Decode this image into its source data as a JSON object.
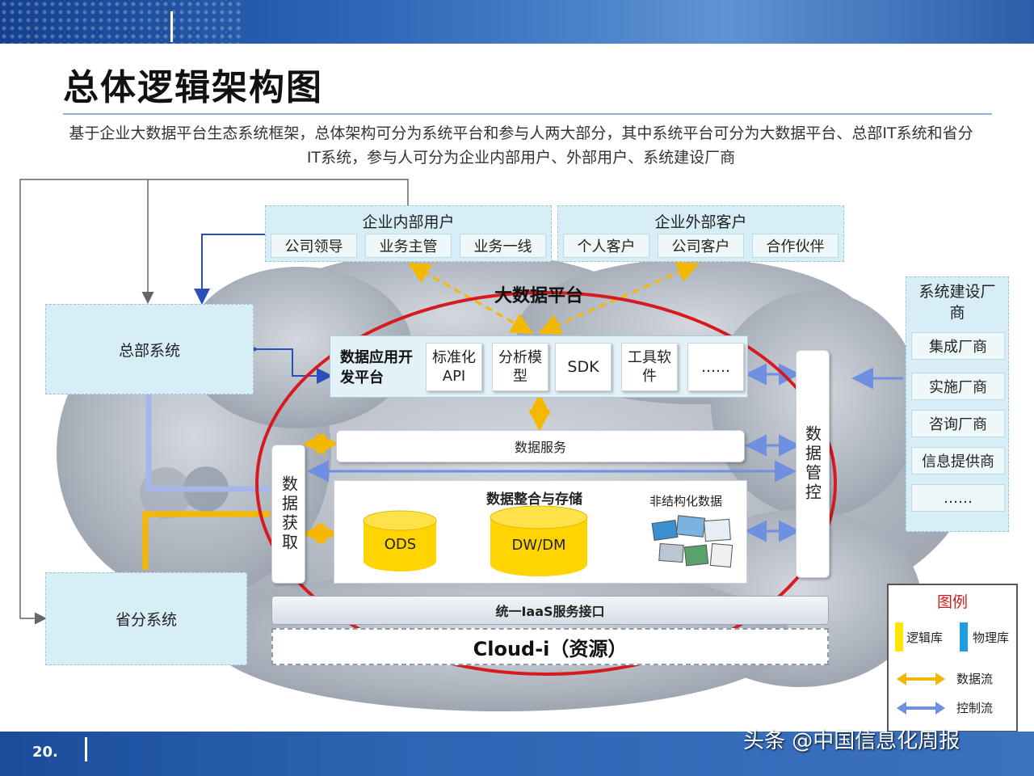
{
  "slide": {
    "title": "总体逻辑架构图",
    "description": "基于企业大数据平台生态系统框架，总体架构可分为系统平台和参与人两大部分，其中系统平台可分为大数据平台、总部IT系统和省分IT系统，参与人可分为企业内部用户、外部用户、系统建设厂商",
    "page_number": "20."
  },
  "internal_users": {
    "title": "企业内部用户",
    "items": [
      "公司领导",
      "业务主管",
      "业务一线"
    ]
  },
  "external_users": {
    "title": "企业外部客户",
    "items": [
      "个人客户",
      "公司客户",
      "合作伙伴"
    ]
  },
  "platform": {
    "label": "大数据平台",
    "dev_platform": "数据应用开发平台",
    "dev_tools": [
      "标准化API",
      "分析模型",
      "SDK",
      "工具软件",
      "……"
    ],
    "data_service": "数据服务",
    "data_acquisition": "数据获取",
    "data_control": "数据管控",
    "storage_title": "数据整合与存储",
    "unstructured": "非结构化数据",
    "ods": "ODS",
    "dwdm": "DW/DM",
    "iaas": "统一IaaS服务接口",
    "cloud": "Cloud-i（资源）"
  },
  "hq_system": "总部系统",
  "province_system": "省分系统",
  "vendors": {
    "title": "系统建设厂商",
    "items": [
      "集成厂商",
      "实施厂商",
      "咨询厂商",
      "信息提供商",
      "……"
    ]
  },
  "legend": {
    "title": "图例",
    "logical_db": "逻辑库",
    "physical_db": "物理库",
    "data_flow": "数据流",
    "control_flow": "控制流"
  },
  "colors": {
    "data_flow": "#f5b800",
    "control_flow": "#6f8fe0",
    "ellipse": "#d71920",
    "cloud": "#a9b0ba",
    "logical_db": "#ffe600",
    "physical_db": "#1e9fe0"
  },
  "watermark": "头条 @中国信息化周报"
}
